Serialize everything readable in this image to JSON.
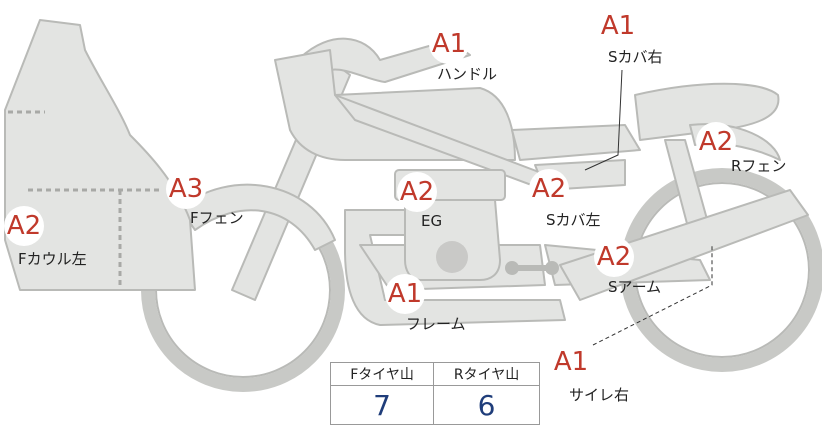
{
  "parts": [
    {
      "id": "f-cowl-left",
      "grade": "A2",
      "label": "Fカウル左"
    },
    {
      "id": "f-fender",
      "grade": "A3",
      "label": "Fフェン"
    },
    {
      "id": "handle",
      "grade": "A1",
      "label": "ハンドル"
    },
    {
      "id": "eg",
      "grade": "A2",
      "label": "EG"
    },
    {
      "id": "frame",
      "grade": "A1",
      "label": "フレーム"
    },
    {
      "id": "s-cover-left",
      "grade": "A2",
      "label": "Sカバ左"
    },
    {
      "id": "s-cover-right",
      "grade": "A1",
      "label": "Sカバ右"
    },
    {
      "id": "r-fender",
      "grade": "A2",
      "label": "Rフェン"
    },
    {
      "id": "s-arm",
      "grade": "A2",
      "label": "Sアーム"
    },
    {
      "id": "silencer-right",
      "grade": "A1",
      "label": "サイレ右"
    }
  ],
  "tire_table": {
    "headers": [
      "Fタイヤ山",
      "Rタイヤ山"
    ],
    "values": [
      "7",
      "6"
    ]
  },
  "colors": {
    "part_fill": "#e3e4e2",
    "part_stroke": "#b9bab7",
    "grade_text": "#c0392b",
    "value_text": "#1f3d7a"
  }
}
